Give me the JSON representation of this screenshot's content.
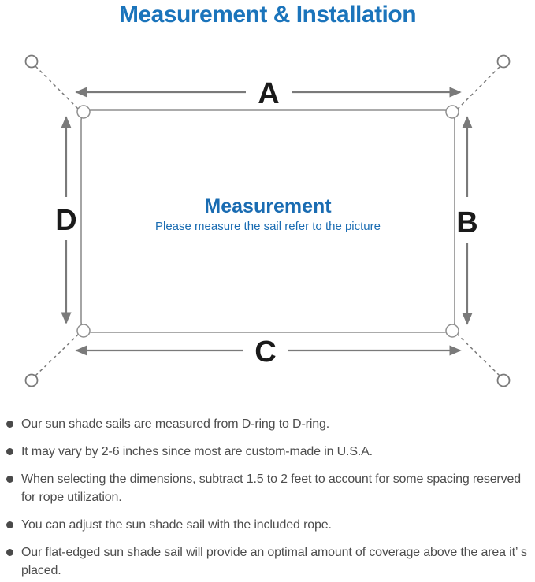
{
  "page": {
    "title": "Measurement & Installation"
  },
  "colors": {
    "title_blue": "#1b74bb",
    "diagram_blue": "#1a6cb2",
    "label_black": "#1a1a1a",
    "arrow_gray": "#7a7a7a",
    "outline_gray": "#8f8f8f",
    "text_gray": "#4d4d4d",
    "bg": "#ffffff"
  },
  "icons": {
    "anchor_point": "small open circle (mounting point)",
    "d_ring": "white half-ring bump at sail corner",
    "dimension_arrow": "gray arrow with solid triangular head",
    "bullet_dot": "filled dark gray circle"
  },
  "diagram": {
    "dimension_labels": {
      "top": "A",
      "right": "B",
      "bottom": "C",
      "left": "D"
    },
    "center_title": "Measurement",
    "center_subtitle": "Please measure the sail refer to the picture"
  },
  "notes": {
    "items": [
      "Our sun shade sails are measured from D-ring to D-ring.",
      "It may vary by 2-6 inches since most are custom-made in U.S.A.",
      "When selecting the dimensions, subtract 1.5 to 2 feet to account for some spacing reserved for rope utilization.",
      "You can adjust the sun shade sail with the included rope.",
      "Our flat-edged sun shade sail will provide an optimal amount of coverage above the area it’ s placed."
    ]
  }
}
